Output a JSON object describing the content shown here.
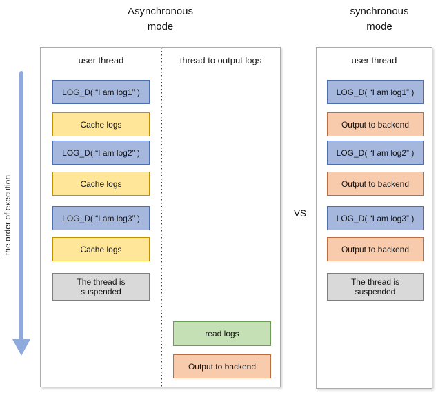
{
  "page": {
    "left_title_line1": "Asynchronous",
    "left_title_line2": "mode",
    "right_title_line1": "synchronous",
    "right_title_line2": "mode",
    "vs_label": "VS",
    "execution_axis_label": "the order of execution"
  },
  "async_panel": {
    "user_thread_header": "user thread",
    "output_thread_header": "thread to output logs",
    "user_thread_boxes": [
      {
        "label": "LOG_D( “I am log1” )"
      },
      {
        "label": "Cache logs"
      },
      {
        "label": "LOG_D( “I am log2” )"
      },
      {
        "label": "Cache logs"
      },
      {
        "label": "LOG_D( “I am log3” )"
      },
      {
        "label": "Cache logs"
      },
      {
        "label": "The thread is\nsuspended"
      }
    ],
    "output_thread_boxes": [
      {
        "label": "read logs"
      },
      {
        "label": "Output to backend"
      }
    ]
  },
  "sync_panel": {
    "user_thread_header": "user thread",
    "boxes": [
      {
        "label": "LOG_D( “I am log1” )"
      },
      {
        "label": "Output to backend"
      },
      {
        "label": "LOG_D( “I am log2” )"
      },
      {
        "label": "Output to backend"
      },
      {
        "label": "LOG_D( “I am log3” )"
      },
      {
        "label": "Output to backend"
      },
      {
        "label": "The thread is\nsuspended"
      }
    ]
  },
  "colors": {
    "log_call_fill": "#A6B7DD",
    "log_call_border": "#4E6FAE",
    "cache_fill": "#FFE699",
    "cache_border": "#BF9000",
    "output_fill": "#F8CBAD",
    "output_border": "#BE6D3F",
    "read_fill": "#C5E0B4",
    "read_border": "#6D9C57",
    "suspend_fill": "#D9D9D9",
    "suspend_border": "#7F7F7F",
    "arrow": "#8FAADC",
    "panel_border": "#ABABAB"
  }
}
